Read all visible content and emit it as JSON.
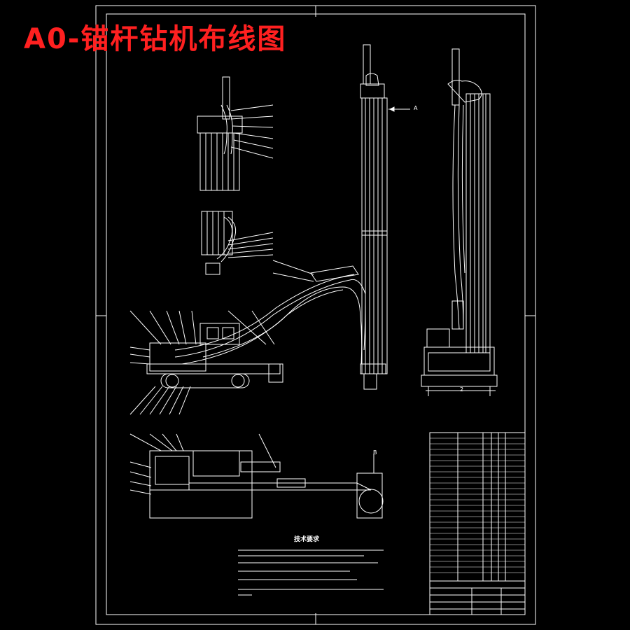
{
  "title": "A0-锚杆钻机布线图",
  "technical_requirements": {
    "heading": "技术要求"
  },
  "view_markers": {
    "a": "A",
    "b": "B",
    "c": "2"
  },
  "colors": {
    "background": "#000000",
    "lines": "#ffffff",
    "title": "#ff2020"
  }
}
